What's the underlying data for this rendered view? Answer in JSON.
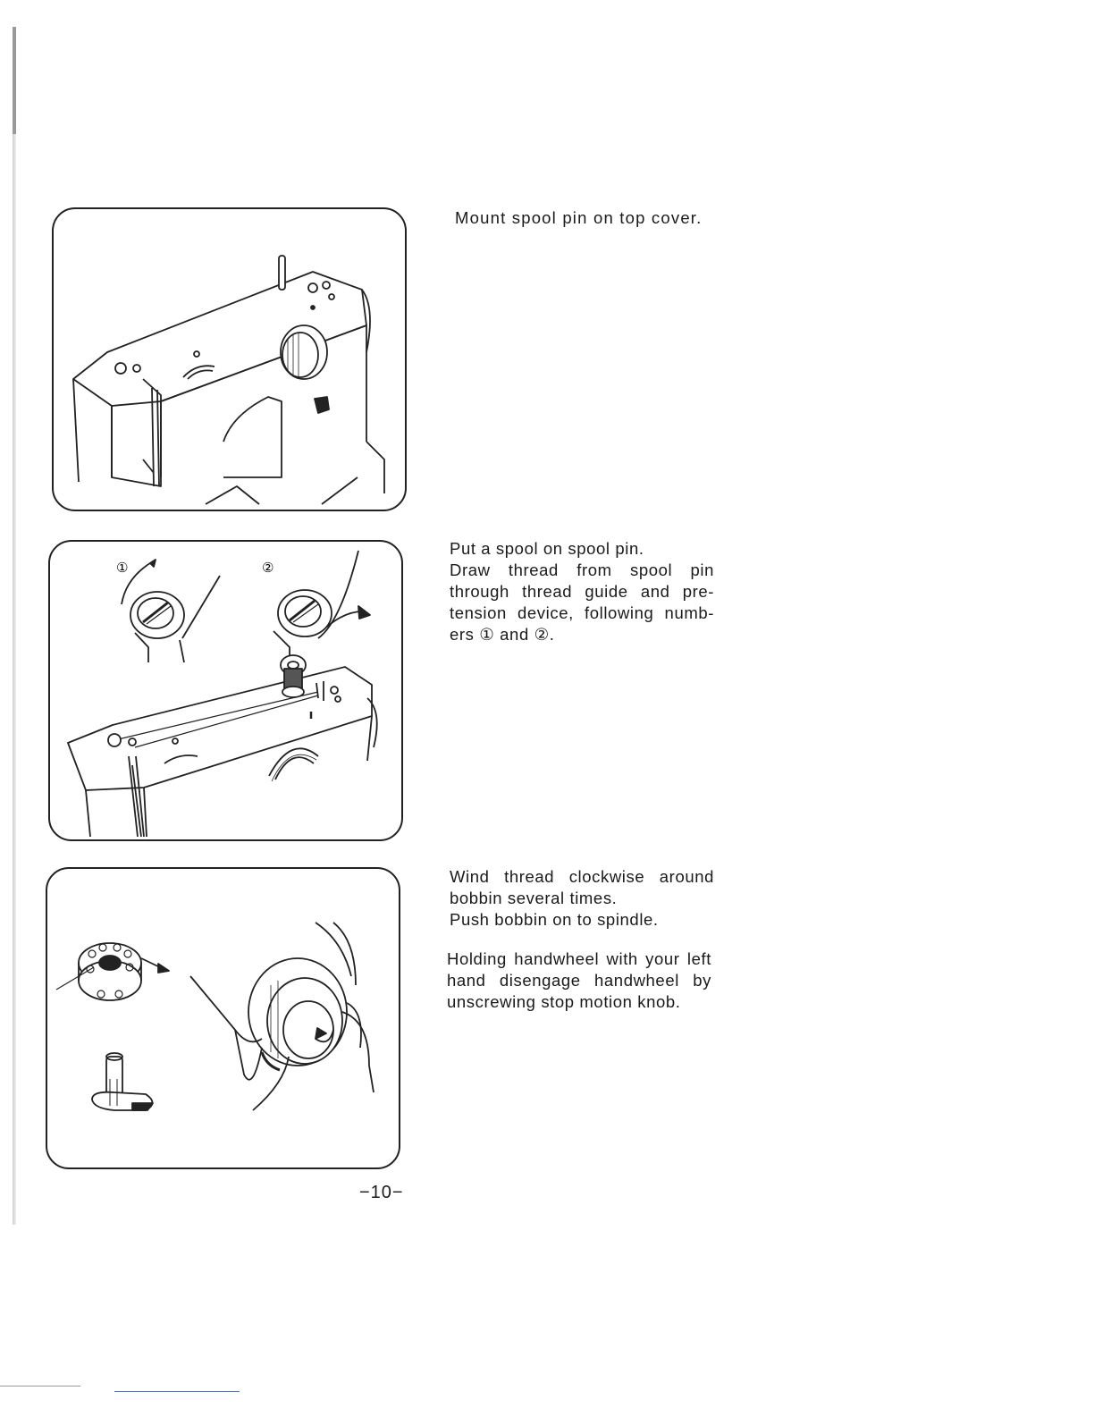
{
  "steps": [
    {
      "text_lines": [
        "Mount spool pin on top cover."
      ]
    },
    {
      "text_lines": [
        "Put a spool on spool pin.",
        "Draw thread from spool pin",
        "through thread guide and pre-",
        "tension device, following numb-",
        "ers ① and ②."
      ],
      "markers": [
        "①",
        "②"
      ]
    },
    {
      "text_lines": [
        "Wind thread clockwise around",
        "bobbin several times.",
        "Push bobbin on to spindle."
      ],
      "text_lines_2": [
        "Holding handwheel with your left",
        "hand disengage handwheel by",
        "unscrewing stop motion knob."
      ]
    }
  ],
  "page_number": "−10−"
}
